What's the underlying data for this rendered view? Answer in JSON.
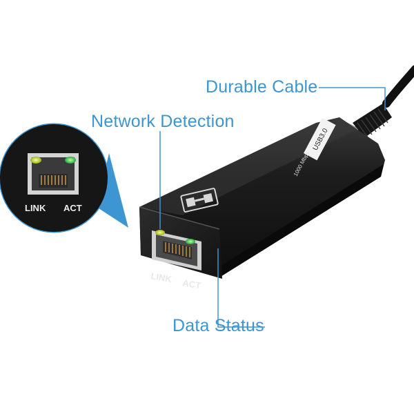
{
  "callouts": {
    "durable_cable": "Durable Cable",
    "network_detection": "Network Detection",
    "data_status": "Data Status"
  },
  "device": {
    "port_link_label": "LINK",
    "port_act_label": "ACT",
    "zoom_link_label": "LINK",
    "zoom_act_label": "ACT",
    "usb_label": "USB3.0",
    "speed_label": "1000 Mbps"
  },
  "colors": {
    "accent": "#3d95d2",
    "device_body": "#1e1e1e",
    "link_led": "#c8d838",
    "act_led": "#3fcf4f"
  }
}
